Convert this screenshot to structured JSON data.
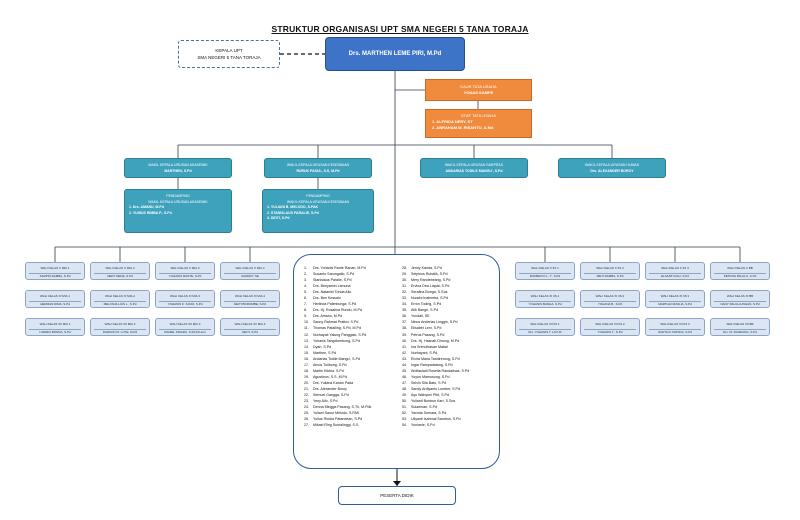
{
  "title": "STRUKTUR ORGANISASI UPT SMA NEGERI 5 TANA TORAJA",
  "kepala_upt": {
    "line1": "KEPALA UPT",
    "line2": "SMA NEGERI 5 TANA TORAJA"
  },
  "head_name": "Drs. MARTHEN LEME PIRI, M.Pd",
  "tata_usaha": {
    "title": "KAUR TATA USAHA",
    "name": "YONAS SAMPE"
  },
  "staf_tu": {
    "title": "STAF TATA USAHA",
    "members": [
      "1. ALFRIDA NERY, ST",
      "2. ABRAHAM M. RISANTO, A.Md"
    ]
  },
  "wakasek": [
    {
      "title": "WAKIL KEPALA URUSAN AKADEMIK",
      "name": "MARTHEN, S.Pd"
    },
    {
      "title": "WAKIL KEPALA URUSAN KESISWAAN",
      "name": "RURUK PASUL, S.S, M.Pd"
    },
    {
      "title": "WAKIL KEPALA URUSAN SARPRAS",
      "name": "ANDARIAS TODILE MANGU', S.Pd"
    },
    {
      "title": "WAKIL KEPALA URUSAN HUMAS",
      "name": "Drs. ALEXANDER BOROY"
    }
  ],
  "pendamping": [
    {
      "title1": "PENDAMPING",
      "title2": "WAKIL KEPALA URUSAN AKADEMIK",
      "members": [
        "1. Drs. AMANU, M.Pd",
        "2. YUSIUS RIMBA P., S.Pd"
      ]
    },
    {
      "title1": "PENDAMPING",
      "title2": "WAKIL KEPALA URUSAN KESISWAAN",
      "members": [
        "1. YULIANI B. MELODO, S.PAK",
        "2. STANISLAUS PARALIE, S.Pd",
        "3. DEITI, S.Pd"
      ]
    }
  ],
  "wali_kelas_left": [
    {
      "label": "WALI KELAS X MIA 1",
      "name": "SARPIN RAMBA, S.Pd"
    },
    {
      "label": "WALI KELAS X MIA 2",
      "name": "NERY DEDE, S.Pd"
    },
    {
      "label": "WALI KELAS X MIA 3",
      "name": "YOHANIS RANTE, S.Pd"
    },
    {
      "label": "WALI KELAS X MIA 4",
      "name": "SANDRY, SE"
    },
    {
      "label": "WALI KELAS XI MIA 1",
      "name": "HERMAN DIMA, S.Pd"
    },
    {
      "label": "WALI KELAS XI MIA 2",
      "name": "MELYANA LUIS L., S.Pd"
    },
    {
      "label": "WALI KELAS XI MIA 3",
      "name": "YOHANIS K. S.PAK, S.Pd"
    },
    {
      "label": "WALI KELAS XI MIA 4",
      "name": "DEITI BOROMBE, S.Pd"
    },
    {
      "label": "WALI KELAS XII MIA 1",
      "name": "LINDRIA BONDA, S.Pd"
    },
    {
      "label": "WALI KELAS XII MIA 2",
      "name": "DARSON M. LOTE, M.Pd"
    },
    {
      "label": "WALI KELAS XII MIA 3",
      "name": "DANIEL SINARU, S.Pd,M.Hum"
    },
    {
      "label": "WALI KELAS XII MIA 4",
      "name": "DEITI, S.Pd"
    }
  ],
  "wali_kelas_right": [
    {
      "label": "WALI KELAS X IIS 1",
      "name": "RUMBIAYO L. T., S.Pd"
    },
    {
      "label": "WALI KELAS X IIS 2",
      "name": "METI RAMBA, S.Pd"
    },
    {
      "label": "WALI KELAS X IIS 3",
      "name": "ELSANTI DAU, S.Pd"
    },
    {
      "label": "WALI KELAS X BB",
      "name": "PETRUS PALULU, S.Pd"
    },
    {
      "label": "WALI KELAS XI IIS 1",
      "name": "YOHANIS BANGA, S.Pd"
    },
    {
      "label": "WALI KELAS XI IIS 2",
      "name": "YOHANA B., S.Pd"
    },
    {
      "label": "WALI KELAS XI IIS 3",
      "name": "MARTHA NATALIA, S.Pd"
    },
    {
      "label": "WALI KELAS XI BB",
      "name": "NANY PALULLUNGAN, S.Pd"
    },
    {
      "label": "WALI KELAS XII IIS 1",
      "name": "Drs. YOHANIS T. LAYUK"
    },
    {
      "label": "WALI KELAS XII IIS 2",
      "name": "YOHANIS T., S.Pd"
    },
    {
      "label": "WALI KELAS XII IIS 3",
      "name": "SANTA R. PATADA, S.Pd"
    },
    {
      "label": "WALI KELAS XII BB",
      "name": "Drs. M. RANDANG, S.Pd"
    }
  ],
  "guru_left": [
    {
      "n": "1.",
      "name": "Drs. Yohanis Rante Ranan, M.Pd"
    },
    {
      "n": "2.",
      "name": "Susanto Sarongallo, S.Pd"
    },
    {
      "n": "3.",
      "name": "Stanislaus Paralie, S.Pd"
    },
    {
      "n": "4.",
      "name": "Drs. Benyamin Lemuna"
    },
    {
      "n": "5.",
      "name": "Drs. Nataniel Tonda Allo"
    },
    {
      "n": "6.",
      "name": "Drs. Ben Kessalo"
    },
    {
      "n": "7.",
      "name": "Herlinda Palimbunga, S.Pd"
    },
    {
      "n": "8.",
      "name": "Drs. Hj. Rosalina Rundu, M.Pd"
    },
    {
      "n": "9.",
      "name": "Drs. Amanu, M.Pd"
    },
    {
      "n": "10.",
      "name": "Sanny Rahmat Pratiwi, S.Pd"
    },
    {
      "n": "11.",
      "name": "Thomas Patalling, S.Pd, M.Pd"
    },
    {
      "n": "12.",
      "name": "Nurhayati Yalung Panggalo, S.Pd"
    },
    {
      "n": "13.",
      "name": "Yohanis Tangdiombong, S.Pd"
    },
    {
      "n": "14.",
      "name": "Dyan, S.Pd"
    },
    {
      "n": "15.",
      "name": "Marthen, S.Pd"
    },
    {
      "n": "16.",
      "name": "Andarias Todile Mangu', S.Pd"
    },
    {
      "n": "17.",
      "name": "Amos Tulibong, S.Pd"
    },
    {
      "n": "18.",
      "name": "Martin Kibbia, S.Pd"
    },
    {
      "n": "19.",
      "name": "Agustinus, S.S, M.Pd"
    },
    {
      "n": "20.",
      "name": "Drs. Yuliana Kanan Pada"
    },
    {
      "n": "21.",
      "name": "Drs. Alexander Boroy"
    },
    {
      "n": "22.",
      "name": "Semuel Gangga, S.Pd"
    },
    {
      "n": "23.",
      "name": "Yeny Allo, S.Pd"
    },
    {
      "n": "24.",
      "name": "Denna Mingga Pasang, S.Th, M.Pdk"
    },
    {
      "n": "25.",
      "name": "Yuliani Sanur Melodo, S.PAK"
    },
    {
      "n": "26.",
      "name": "Yulius Rimba Patandean, S.Pd"
    },
    {
      "n": "27.",
      "name": "Mikael Ring Sumalinggi, S.S"
    }
  ],
  "guru_right": [
    {
      "n": "28.",
      "name": "Jenny Kanda, S.Pd"
    },
    {
      "n": "29.",
      "name": "Selpinus Rubalik, S.Pd"
    },
    {
      "n": "30.",
      "name": "Mery Randebeang, S.Pd"
    },
    {
      "n": "31.",
      "name": "Ervina Dira Liapat, S.Pd"
    },
    {
      "n": "32.",
      "name": "Serafina Bunga, S.Sos"
    },
    {
      "n": "33.",
      "name": "Nuraini Inalemba, S.Pd"
    },
    {
      "n": "34.",
      "name": "Erron Toding, S.Pd"
    },
    {
      "n": "35.",
      "name": "Alik Bangri, S.Pd"
    },
    {
      "n": "36.",
      "name": "Yundali, SE"
    },
    {
      "n": "37.",
      "name": "Ninus Anderias Linggin, S.Pd"
    },
    {
      "n": "38.",
      "name": "Elisabet Leni, S.Pd"
    },
    {
      "n": "39.",
      "name": "Petrus Pasang, S.Pd"
    },
    {
      "n": "40.",
      "name": "Drs. Hj. Hasnah Dinong, M.Pd"
    },
    {
      "n": "41.",
      "name": "Ina Srimulhasan Matari"
    },
    {
      "n": "42.",
      "name": "Nurhayani, S.Pd"
    },
    {
      "n": "43.",
      "name": "Elvira Maria Tandirerung, S.Pd"
    },
    {
      "n": "44.",
      "name": "Ingar Rampadatang, S.Pd"
    },
    {
      "n": "45.",
      "name": "Wolfasiadi Rosella Randalinas, S.Pd"
    },
    {
      "n": "46.",
      "name": "Yuyun Mamusung, S.Pd"
    },
    {
      "n": "47.",
      "name": "Selvin Sila Batu, S.Pd"
    },
    {
      "n": "48.",
      "name": "Sandy Ardiyanto Lumber, S.Pd"
    },
    {
      "n": "49.",
      "name": "Ayu Wahyuni Ptkt, S.Pd"
    },
    {
      "n": "50.",
      "name": "Yulianti Bunbun Kart, S.Sos"
    },
    {
      "n": "51.",
      "name": "Sulaeman, S.Pd"
    },
    {
      "n": "52.",
      "name": "Yacinta Somara, S.Pd"
    },
    {
      "n": "53.",
      "name": "Uliyanti Isahmai Sandros, S.Pd"
    },
    {
      "n": "54.",
      "name": "Yunianie, S.Pd"
    }
  ],
  "peserta": "PESERTA DIDIK",
  "colors": {
    "head": "#3d74c7",
    "orange": "#f08a3c",
    "teal": "#3fa2bd",
    "light": "#dce6f2",
    "line": "#2f3b4f"
  }
}
